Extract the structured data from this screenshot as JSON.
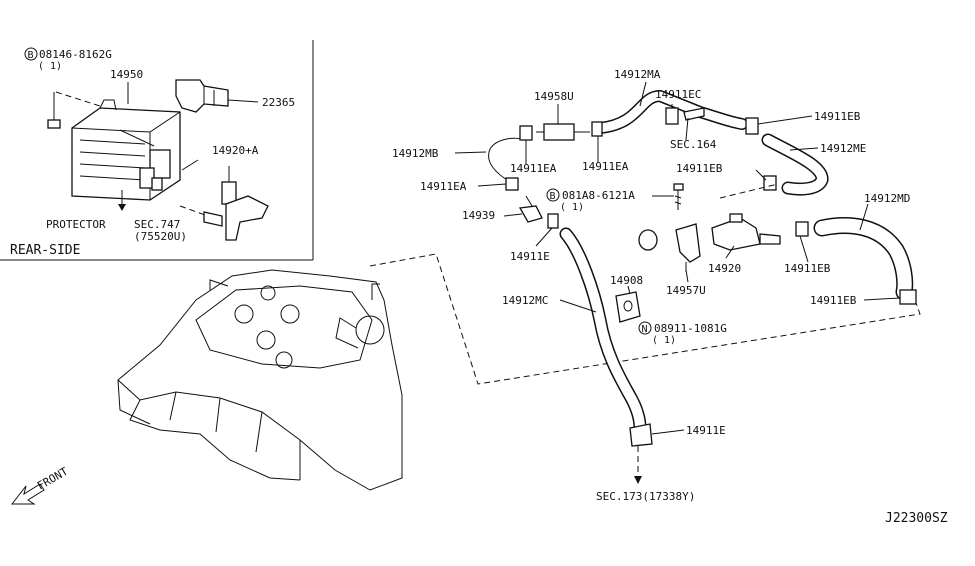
{
  "inset": {
    "bolt_spec": "08146-8162G",
    "bolt_qty": "( 1)",
    "canister": "14950",
    "sensor": "22365",
    "valve": "14920+A",
    "protector": "PROTECTOR",
    "sec_ref": "SEC.747",
    "sec_part": "(75520U)",
    "view": "REAR-SIDE"
  },
  "parts": {
    "p14958U": "14958U",
    "p14912MA": "14912MA",
    "p14911EC": "14911EC",
    "p14911EB_1": "14911EB",
    "sec164": "SEC.164",
    "p14912MB": "14912MB",
    "p14911EA_1": "14911EA",
    "p14911EA_2": "14911EA",
    "p14912ME": "14912ME",
    "p14911EB_2": "14911EB",
    "p14911EA_3": "14911EA",
    "bolt2_spec": "081A8-6121A",
    "bolt2_qty": "( 1)",
    "p14912MD": "14912MD",
    "p14939": "14939",
    "p14911E_1": "14911E",
    "p14908": "14908",
    "p14920": "14920",
    "p14911EB_3": "14911EB",
    "p14957U": "14957U",
    "p14912MC": "14912MC",
    "p14911EB_4": "14911EB",
    "nut_spec": "08911-1081G",
    "nut_qty": "( 1)",
    "p14911E_2": "14911E",
    "sec173": "SEC.173(17338Y)"
  },
  "markers": {
    "bolt": "B",
    "nut": "N"
  },
  "front": "FRONT",
  "diagram_id": "J22300SZ"
}
